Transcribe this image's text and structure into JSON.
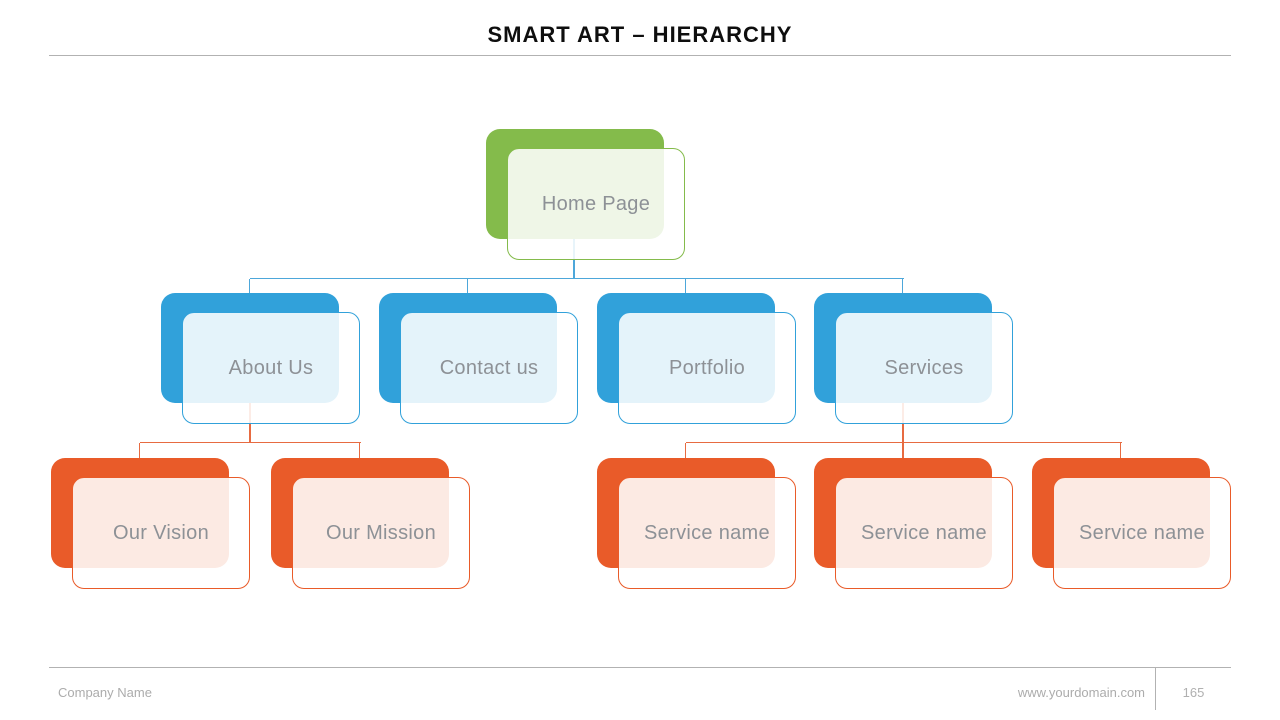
{
  "header": {
    "title": "SMART ART – HIERARCHY"
  },
  "diagram": {
    "type": "hierarchy-smartart",
    "nodes": [
      {
        "id": "home",
        "label": "Home Page",
        "color": "green"
      },
      {
        "id": "about",
        "label": "About Us",
        "color": "blue"
      },
      {
        "id": "contact",
        "label": "Contact us",
        "color": "blue"
      },
      {
        "id": "portfolio",
        "label": "Portfolio",
        "color": "blue"
      },
      {
        "id": "services",
        "label": "Services",
        "color": "blue"
      },
      {
        "id": "vision",
        "label": "Our Vision",
        "color": "orange"
      },
      {
        "id": "mission",
        "label": "Our Mission",
        "color": "orange"
      },
      {
        "id": "service1",
        "label": "Service name",
        "color": "orange"
      },
      {
        "id": "service2",
        "label": "Service name",
        "color": "orange"
      },
      {
        "id": "service3",
        "label": "Service name",
        "color": "orange"
      }
    ],
    "edges": [
      {
        "from": "home",
        "to": [
          "about",
          "contact",
          "portfolio",
          "services"
        ],
        "connector_color": "connector_blue"
      },
      {
        "from": "about",
        "to": [
          "vision",
          "mission"
        ],
        "connector_color": "connector_orange"
      },
      {
        "from": "services",
        "to": [
          "service1",
          "service2",
          "service3"
        ],
        "connector_color": "connector_orange"
      }
    ],
    "colors": {
      "green": "#84bb4b",
      "blue": "#31a1da",
      "orange": "#e95b29",
      "connector_blue": "#4da7da",
      "connector_orange": "#e76b41",
      "label_text": "#8d9196"
    }
  },
  "footer": {
    "company_name": "Company Name",
    "website": "www.yourdomain.com",
    "page_number": "165"
  }
}
